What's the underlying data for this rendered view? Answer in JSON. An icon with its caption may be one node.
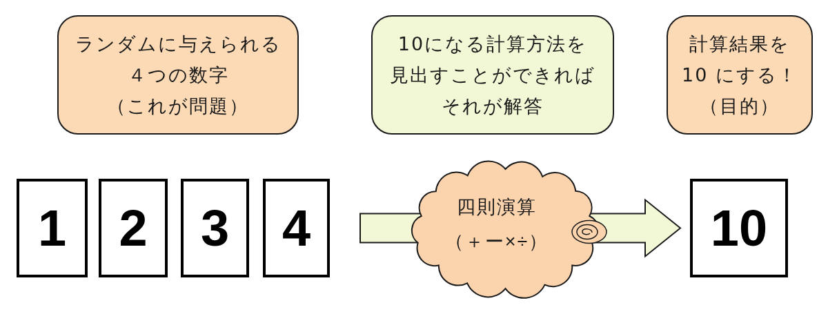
{
  "diagram": {
    "nodes": [
      {
        "text": [
          "ランダムに与えられる４つの数字",
          "（これが問題）"
        ]
      },
      {
        "text": [
          "10になる計算方法を見出すことができればそれが解答"
        ]
      },
      {
        "text": [
          "計算結果を10 にする！",
          "（目的）"
        ]
      },
      {
        "text": [
          "1"
        ]
      },
      {
        "text": [
          "2"
        ]
      },
      {
        "text": [
          "3"
        ]
      },
      {
        "text": [
          "4"
        ]
      },
      {
        "text": [
          "四則演算",
          "（＋ー×÷）"
        ]
      },
      {
        "text": [
          "10"
        ]
      }
    ],
    "edges": [
      {
        "from": null,
        "to": 8,
        "arrow": "to"
      }
    ]
  }
}
